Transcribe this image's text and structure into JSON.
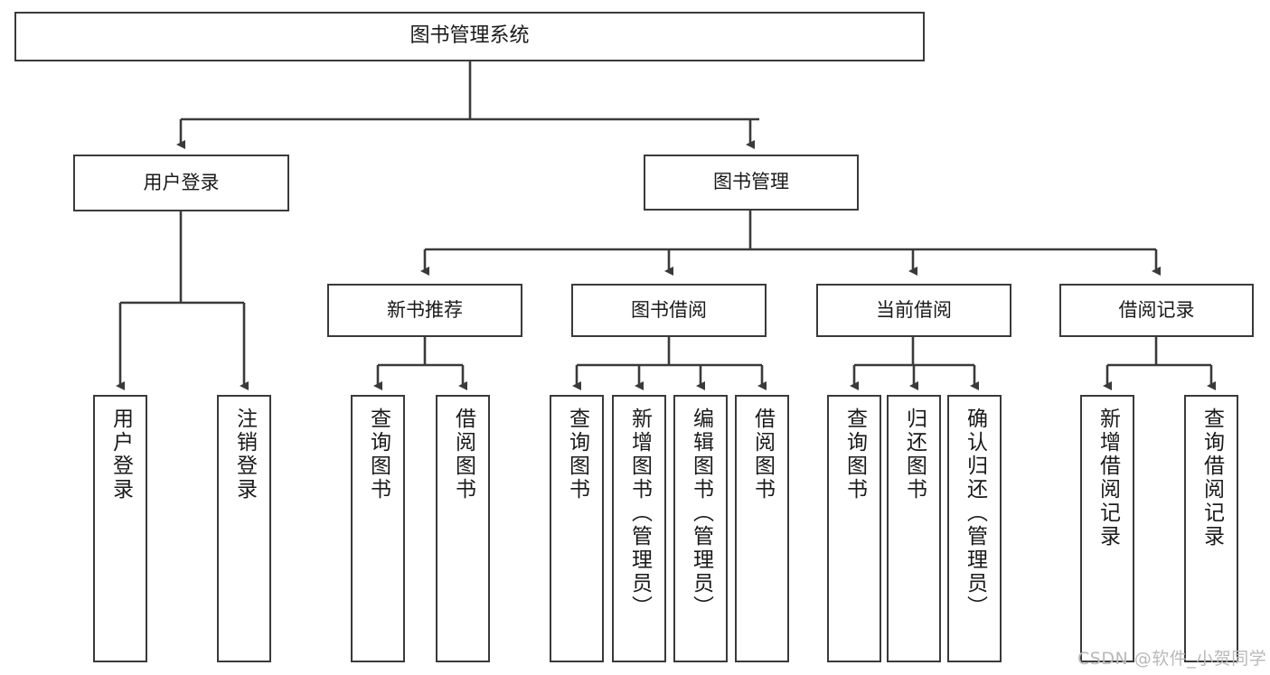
{
  "diagram": {
    "title": "图书管理系统",
    "type": "tree",
    "root": {
      "label": "图书管理系统"
    },
    "level2": [
      {
        "id": "user-login",
        "label": "用户登录"
      },
      {
        "id": "book-manage",
        "label": "图书管理"
      }
    ],
    "level3": [
      {
        "id": "new-book-recommend",
        "label": "新书推荐",
        "parent": "book-manage"
      },
      {
        "id": "book-borrow",
        "label": "图书借阅",
        "parent": "book-manage"
      },
      {
        "id": "current-borrow",
        "label": "当前借阅",
        "parent": "book-manage"
      },
      {
        "id": "borrow-record",
        "label": "借阅记录",
        "parent": "book-manage"
      }
    ],
    "leaves": [
      {
        "id": "leaf-user-login",
        "label": "用户登录",
        "parent": "user-login"
      },
      {
        "id": "leaf-user-logout",
        "label": "注销登录",
        "parent": "user-login"
      },
      {
        "id": "leaf-query-book-1",
        "label": "查询图书",
        "parent": "new-book-recommend"
      },
      {
        "id": "leaf-borrow-book-1",
        "label": "借阅图书",
        "parent": "new-book-recommend"
      },
      {
        "id": "leaf-query-book-2",
        "label": "查询图书",
        "parent": "book-borrow"
      },
      {
        "id": "leaf-add-book",
        "label": "新增图书（管理员）",
        "parent": "book-borrow"
      },
      {
        "id": "leaf-edit-book",
        "label": "编辑图书（管理员）",
        "parent": "book-borrow"
      },
      {
        "id": "leaf-borrow-book-2",
        "label": "借阅图书",
        "parent": "book-borrow"
      },
      {
        "id": "leaf-query-book-3",
        "label": "查询图书",
        "parent": "current-borrow"
      },
      {
        "id": "leaf-return-book",
        "label": "归还图书",
        "parent": "current-borrow"
      },
      {
        "id": "leaf-confirm-return",
        "label": "确认归还（管理员）",
        "parent": "current-borrow"
      },
      {
        "id": "leaf-add-record",
        "label": "新增借阅记录",
        "parent": "borrow-record"
      },
      {
        "id": "leaf-query-record",
        "label": "查询借阅记录",
        "parent": "borrow-record"
      }
    ],
    "colors": {
      "border": "#3a3a3a",
      "edge": "#3a3a3a",
      "background": "#ffffff",
      "text": "#1a1a1a",
      "watermark": "#b9b9b9"
    }
  },
  "watermark": {
    "text": "CSDN @软件_小贺同学"
  }
}
